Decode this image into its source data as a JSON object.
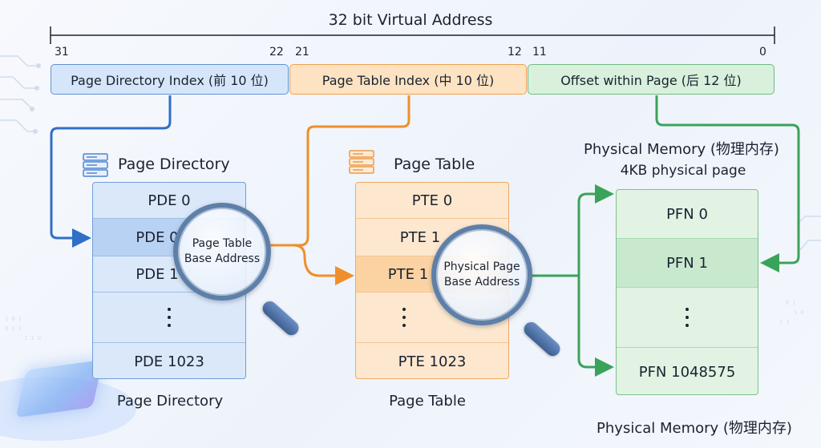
{
  "header": {
    "title": "32 bit Virtual Address"
  },
  "bits": {
    "b31": "31",
    "b22": "22",
    "b21": "21",
    "b12": "12",
    "b11": "11",
    "b0": "0"
  },
  "segments": {
    "directory_index": "Page Directory Index (前 10 位)",
    "table_index": "Page Table Index (中 10 位)",
    "offset": "Offset within Page (后 12 位)"
  },
  "page_directory": {
    "title": "Page Directory",
    "caption": "Page Directory",
    "rows": [
      "PDE 0",
      "PDE 0",
      "PDE 1",
      "PDE 1023"
    ]
  },
  "page_table": {
    "title": "Page Table",
    "caption": "Page Table",
    "rows": [
      "PTE 0",
      "PTE 1",
      "PTE 1",
      "PTE 1023"
    ]
  },
  "physical_memory": {
    "title": "Physical Memory (物理内存)",
    "subtitle": "4KB physical page",
    "caption": "Physical Memory (物理内存)",
    "rows": [
      "PFN 0",
      "PFN 1",
      "PFN 1048575"
    ]
  },
  "lenses": {
    "table_base": {
      "line1": "Page Table",
      "line2": "Base Address"
    },
    "physical_base": {
      "line1": "Physical Page",
      "line2": "Base Address"
    }
  },
  "colors": {
    "blue": "#2f6fc7",
    "orange": "#ef8f2b",
    "green": "#3aa35a"
  },
  "icons": [
    "server-icon",
    "server-icon",
    "magnifier-icon",
    "magnifier-icon",
    "chip-icon"
  ]
}
